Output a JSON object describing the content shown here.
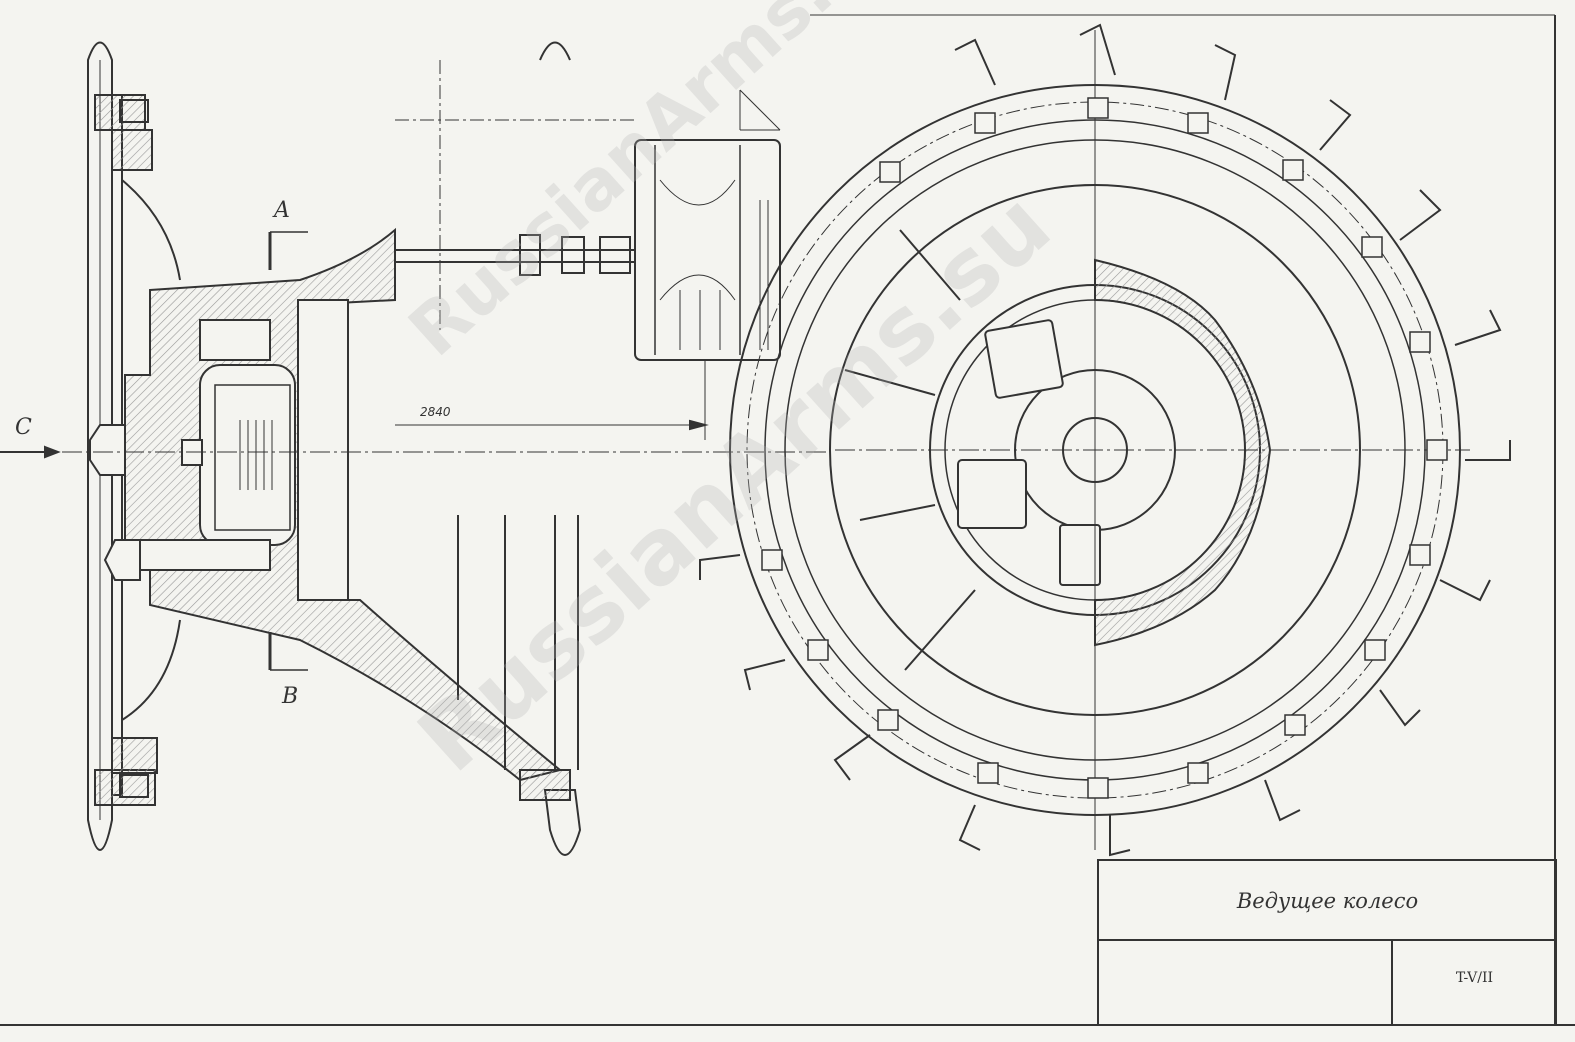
{
  "labels": {
    "section_a": "A",
    "section_b": "B",
    "view_c": "C",
    "dimension": "2840"
  },
  "title_block": {
    "title": "Ведущее колесо",
    "code": "T-V/II"
  },
  "watermark": {
    "text_1": "RussianArms.su",
    "text_2": "RussianArms.su"
  },
  "colors": {
    "paper": "#f4f4f0",
    "line": "#333333",
    "hatch": "#888888"
  }
}
